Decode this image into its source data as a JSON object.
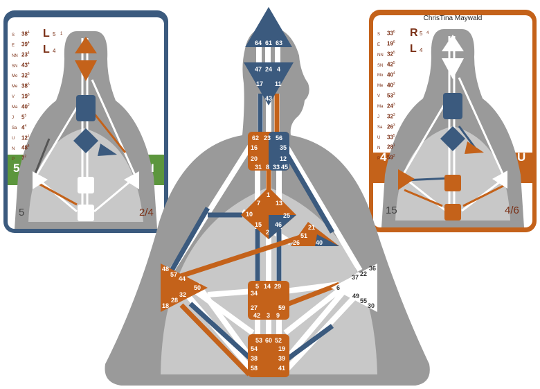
{
  "left_card": {
    "color": "#3b5a7e",
    "band_color": "#5c963d",
    "arrow_top": "L",
    "arrow_top_sub": "5",
    "arrow_top_sub2": "1",
    "arrow_bottom": "L",
    "arrow_bottom_sub": "4",
    "band_left": "5",
    "band_right": "I",
    "bottom_left": "5",
    "bottom_right": "2/4",
    "planets": [
      {
        "sym": "S",
        "val": "38",
        "sub": "4"
      },
      {
        "sym": "E",
        "val": "39",
        "sub": "4"
      },
      {
        "sym": "NN",
        "val": "23",
        "sub": "4"
      },
      {
        "sym": "SN",
        "val": "43",
        "sub": "4"
      },
      {
        "sym": "Mo",
        "val": "32",
        "sub": "5"
      },
      {
        "sym": "Me",
        "val": "38",
        "sub": "5"
      },
      {
        "sym": "V",
        "val": "19",
        "sub": "6"
      },
      {
        "sym": "Ma",
        "val": "40",
        "sub": "2"
      },
      {
        "sym": "J",
        "val": "5",
        "sub": "5"
      },
      {
        "sym": "Sa",
        "val": "4",
        "sub": "4"
      },
      {
        "sym": "U",
        "val": "12",
        "sub": "1"
      },
      {
        "sym": "N",
        "val": "48",
        "sub": "4"
      },
      {
        "sym": "P",
        "val": "7",
        "sub": "2"
      }
    ]
  },
  "right_card": {
    "color": "#c4621a",
    "name": "ChrisTina Maywald",
    "arrow_top": "R",
    "arrow_top_sub": "5",
    "arrow_top_sub2": "4",
    "arrow_bottom": "L",
    "arrow_bottom_sub": "4",
    "band_left": "4",
    "band_right": "U",
    "bottom_left": "15",
    "bottom_right": "4/6",
    "planets": [
      {
        "sym": "S",
        "val": "33",
        "sub": "6"
      },
      {
        "sym": "E",
        "val": "19",
        "sub": "6"
      },
      {
        "sym": "NN",
        "val": "32",
        "sub": "5"
      },
      {
        "sym": "SN",
        "val": "42",
        "sub": "5"
      },
      {
        "sym": "Mo",
        "val": "40",
        "sub": "4"
      },
      {
        "sym": "Me",
        "val": "40",
        "sub": "2"
      },
      {
        "sym": "V",
        "val": "53",
        "sub": "3"
      },
      {
        "sym": "Ma",
        "val": "24",
        "sub": "3"
      },
      {
        "sym": "J",
        "val": "32",
        "sub": "3"
      },
      {
        "sym": "Sa",
        "val": "26",
        "sub": "3"
      },
      {
        "sym": "U",
        "val": "33",
        "sub": "5"
      },
      {
        "sym": "N",
        "val": "28",
        "sub": "1"
      },
      {
        "sym": "P",
        "val": "59",
        "sub": "2"
      }
    ]
  },
  "main_chart": {
    "head_gates": [
      "64",
      "61",
      "63"
    ],
    "ajna_gates": [
      "47",
      "24",
      "4",
      "17",
      "11",
      "43"
    ],
    "throat_gates": [
      "62",
      "23",
      "56",
      "16",
      "35",
      "20",
      "12",
      "31",
      "8",
      "33",
      "45"
    ],
    "g_gates": [
      "1",
      "7",
      "13",
      "10",
      "25",
      "15",
      "46",
      "2"
    ],
    "heart_gates": [
      "21",
      "51",
      "26",
      "40"
    ],
    "spleen_gates": [
      "48",
      "57",
      "44",
      "50",
      "32",
      "28",
      "18"
    ],
    "sacral_gates": [
      "5",
      "14",
      "29",
      "34",
      "27",
      "59",
      "42",
      "3",
      "9"
    ],
    "solar_gates": [
      "36",
      "37",
      "22",
      "6",
      "49",
      "55",
      "30"
    ],
    "root_gates": [
      "53",
      "60",
      "52",
      "54",
      "19",
      "38",
      "39",
      "58",
      "41"
    ]
  },
  "colors": {
    "design": "#c4621a",
    "personality": "#3b5a7e",
    "silhouette": "#9a9a9a",
    "inner": "#c8c8c8",
    "channel": "#ffffff"
  }
}
